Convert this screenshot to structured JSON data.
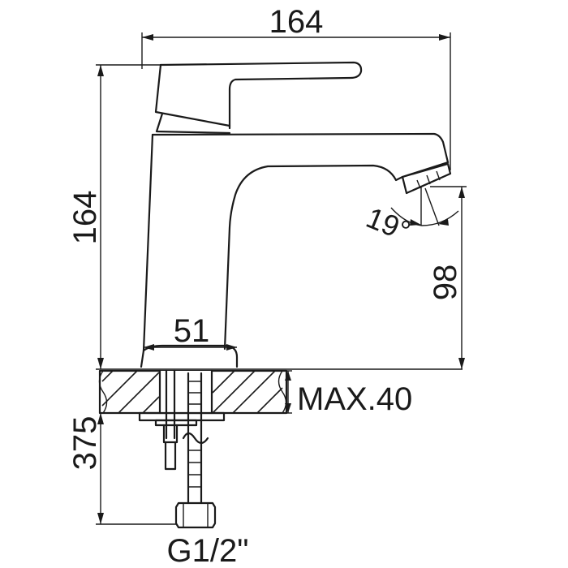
{
  "dimensions": {
    "width_top": "164",
    "height_left": "164",
    "spout_height": "98",
    "base_width": "51",
    "max_thickness": "MAX.40",
    "hose_length": "375",
    "spout_angle": "19°",
    "connection": "G1/2\""
  },
  "colors": {
    "line": "#1a1a1a",
    "background": "#ffffff"
  }
}
